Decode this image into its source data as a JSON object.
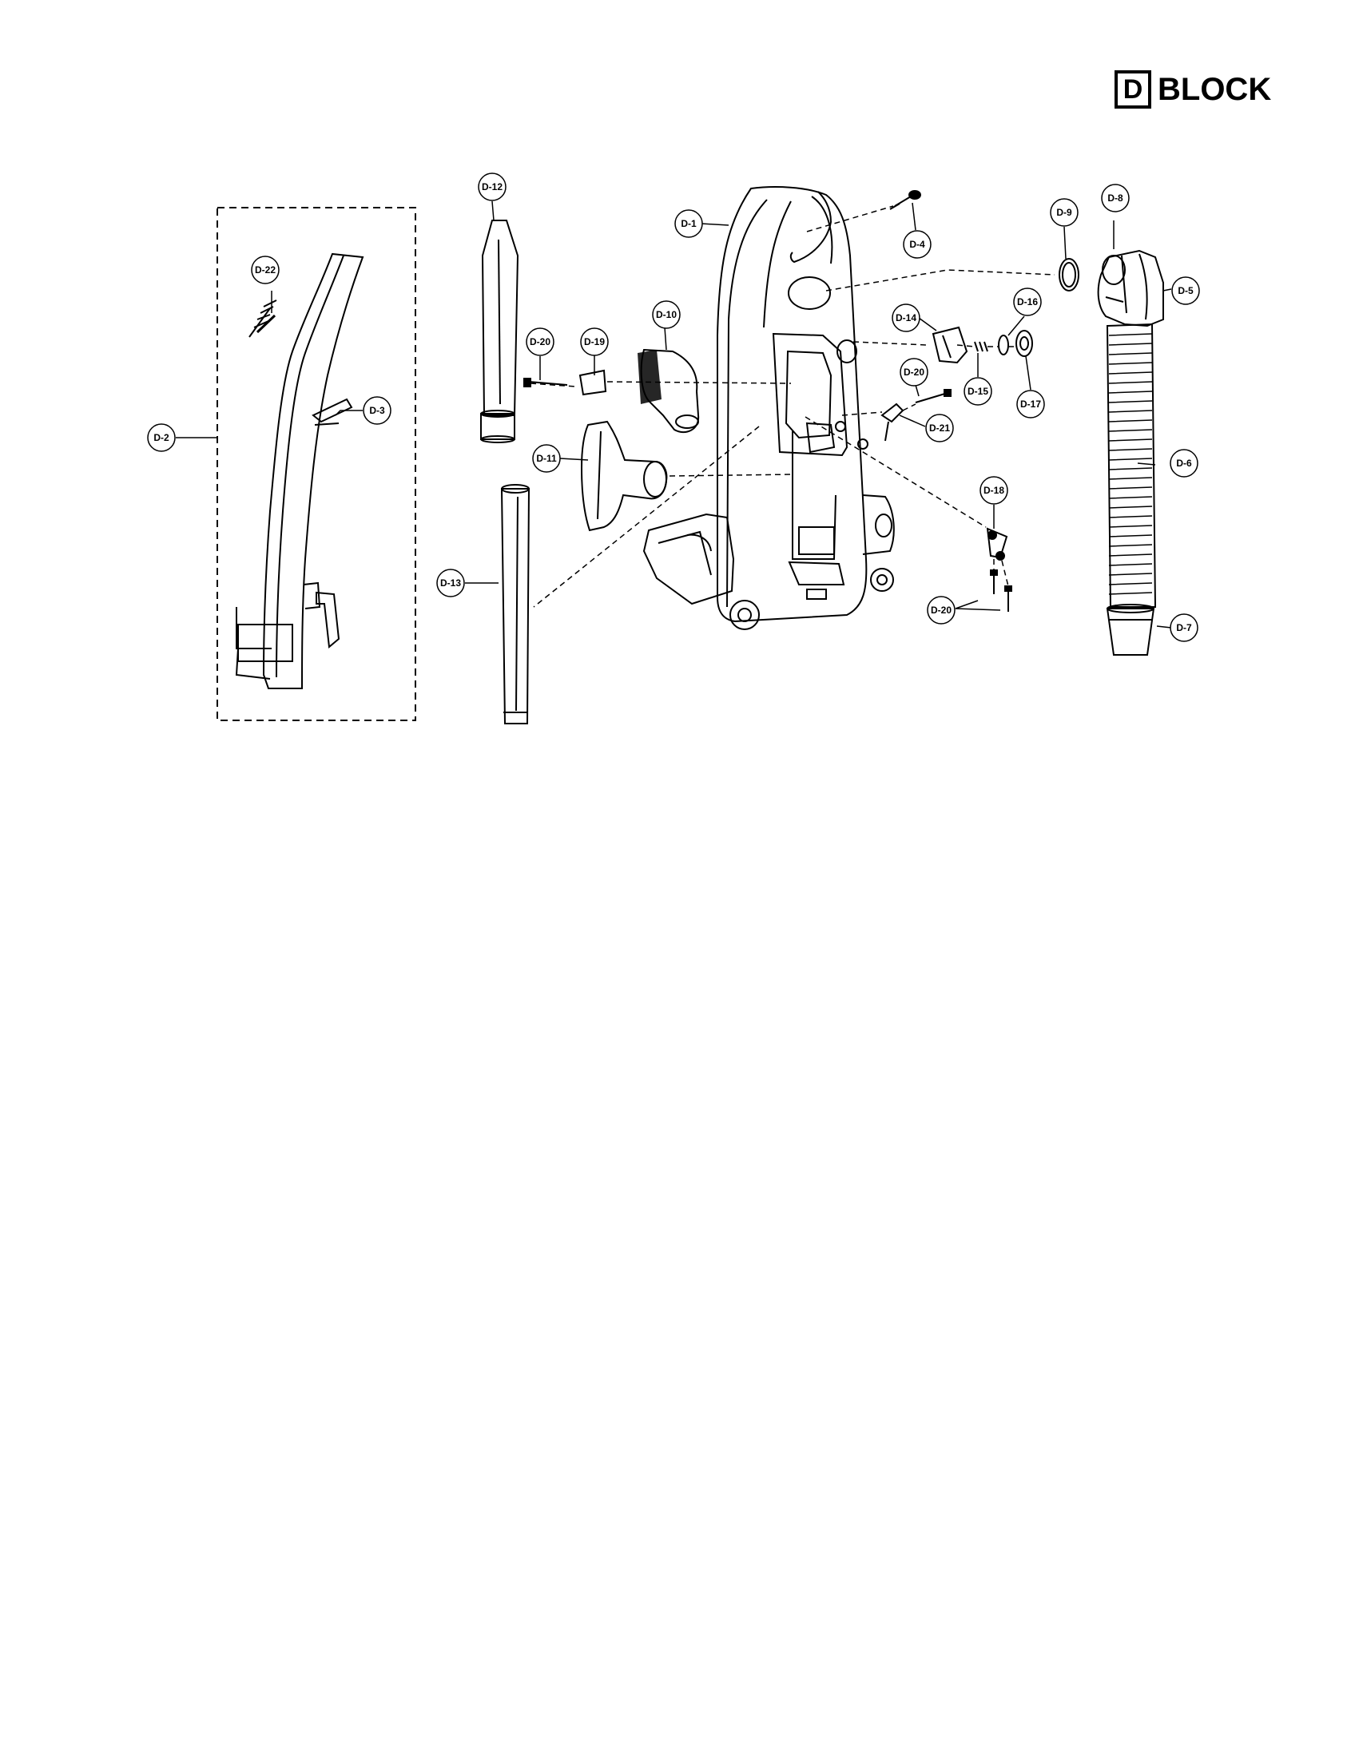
{
  "header": {
    "letter": "D",
    "word": "BLOCK"
  },
  "parts": [
    {
      "id": "d1",
      "label": "D-1"
    },
    {
      "id": "d2",
      "label": "D-2"
    },
    {
      "id": "d3",
      "label": "D-3"
    },
    {
      "id": "d4",
      "label": "D-4"
    },
    {
      "id": "d5",
      "label": "D-5"
    },
    {
      "id": "d6",
      "label": "D-6"
    },
    {
      "id": "d7",
      "label": "D-7"
    },
    {
      "id": "d8",
      "label": "D-8"
    },
    {
      "id": "d9",
      "label": "D-9"
    },
    {
      "id": "d10",
      "label": "D-10"
    },
    {
      "id": "d11",
      "label": "D-11"
    },
    {
      "id": "d12",
      "label": "D-12"
    },
    {
      "id": "d13",
      "label": "D-13"
    },
    {
      "id": "d14",
      "label": "D-14"
    },
    {
      "id": "d15",
      "label": "D-15"
    },
    {
      "id": "d16",
      "label": "D-16"
    },
    {
      "id": "d17",
      "label": "D-17"
    },
    {
      "id": "d18",
      "label": "D-18"
    },
    {
      "id": "d19",
      "label": "D-19"
    },
    {
      "id": "d20a",
      "label": "D-20"
    },
    {
      "id": "d20b",
      "label": "D-20"
    },
    {
      "id": "d20c",
      "label": "D-20"
    },
    {
      "id": "d21",
      "label": "D-21"
    },
    {
      "id": "d22",
      "label": "D-22"
    }
  ]
}
